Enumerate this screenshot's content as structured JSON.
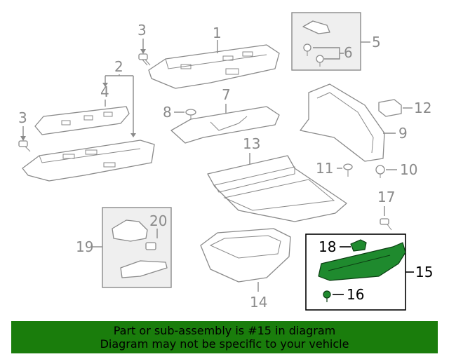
{
  "labels": {
    "l1": "1",
    "l2": "2",
    "l3a": "3",
    "l3b": "3",
    "l4": "4",
    "l5": "5",
    "l6": "6",
    "l7": "7",
    "l8": "8",
    "l9": "9",
    "l10": "10",
    "l11": "11",
    "l12": "12",
    "l13": "13",
    "l14": "14",
    "l15": "15",
    "l16": "16",
    "l17": "17",
    "l18": "18",
    "l19": "19",
    "l20": "20"
  },
  "highlight": {
    "part_number": "15",
    "color": "#1f8a2e"
  },
  "banner": {
    "line1": "Part or sub-assembly is #15 in diagram",
    "line2": "Diagram may not be specific to your vehicle",
    "color": "#1a7d0c"
  }
}
